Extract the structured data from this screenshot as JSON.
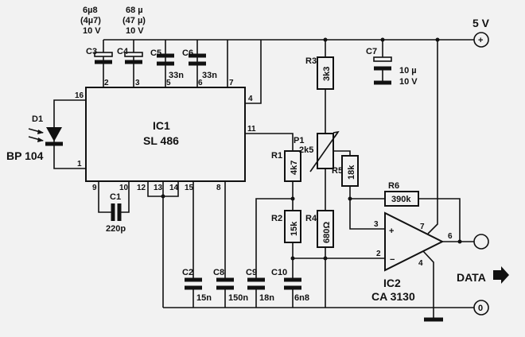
{
  "ic1": {
    "name": "IC1",
    "part": "SL 486",
    "pins": {
      "p1": "1",
      "p2": "2",
      "p3": "3",
      "p4": "4",
      "p5": "5",
      "p6": "6",
      "p7": "7",
      "p8": "8",
      "p9": "9",
      "p10": "10",
      "p11": "11",
      "p12": "12",
      "p13": "13",
      "p14": "14",
      "p15": "15",
      "p16": "16"
    }
  },
  "ic2": {
    "name": "IC2",
    "part": "CA 3130",
    "pins": {
      "p2": "2",
      "p3": "3",
      "p4": "4",
      "p6": "6",
      "p7": "7"
    },
    "plus": "+",
    "minus": "−"
  },
  "c3": {
    "name": "C3",
    "v1": "6µ8",
    "v2": "(4µ7)",
    "v3": "10 V"
  },
  "c4": {
    "name": "C4",
    "v1": "68 µ",
    "v2": "(47 µ)",
    "v3": "10 V"
  },
  "c5": {
    "name": "C5",
    "value": "33n"
  },
  "c6": {
    "name": "C6",
    "value": "33n"
  },
  "c7": {
    "name": "C7",
    "v1": "10 µ",
    "v2": "10 V"
  },
  "c1": {
    "name": "C1",
    "value": "220p"
  },
  "c2": {
    "name": "C2",
    "value": "15n"
  },
  "c8": {
    "name": "C8",
    "value": "150n"
  },
  "c9": {
    "name": "C9",
    "value": "18n"
  },
  "c10": {
    "name": "C10",
    "value": "6n8"
  },
  "r1": {
    "name": "R1",
    "value": "4k7"
  },
  "r2": {
    "name": "R2",
    "value": "15k"
  },
  "r3": {
    "name": "R3",
    "value": "3k3"
  },
  "r4": {
    "name": "R4",
    "value": "680Ω"
  },
  "r5": {
    "name": "R5",
    "value": "18k"
  },
  "r6": {
    "name": "R6",
    "value": "390k"
  },
  "p1": {
    "name": "P1",
    "value": "2k5"
  },
  "d1": {
    "name": "D1",
    "part": "BP 104"
  },
  "supply": {
    "label": "5 V",
    "plus": "+"
  },
  "ground": {
    "label": "0"
  },
  "output": {
    "label": "DATA"
  }
}
